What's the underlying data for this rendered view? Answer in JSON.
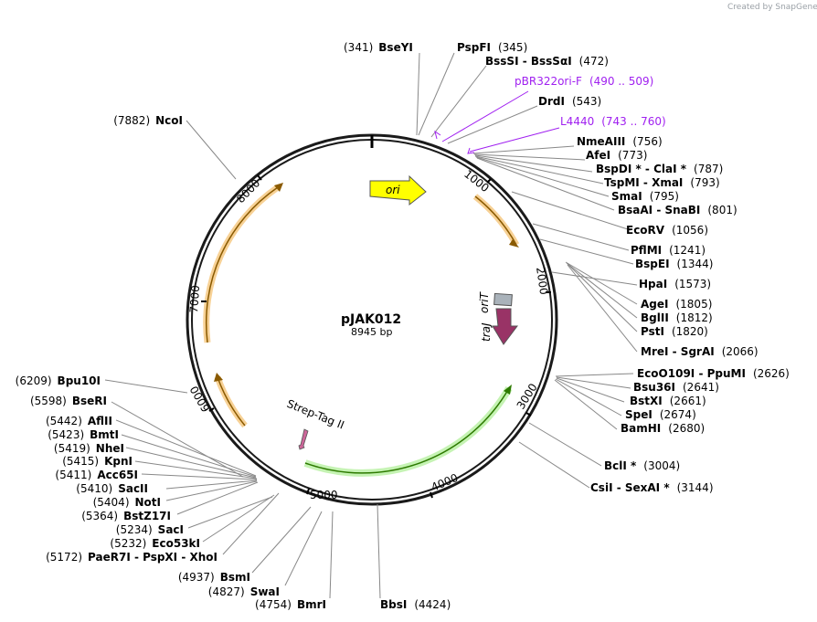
{
  "credit": "Created by SnapGene",
  "map": {
    "name": "pJAK012",
    "length_label": "8945 bp",
    "total_bp": 8945
  },
  "ticks": [
    "1000",
    "2000",
    "3000",
    "4000",
    "5000",
    "6000",
    "7000",
    "8000"
  ],
  "features": [
    {
      "name": "ori",
      "color": "#ffff00",
      "kind": "arrow"
    },
    {
      "name": "oriT",
      "color": "#a9b2ba",
      "kind": "box"
    },
    {
      "name": "traJ",
      "color": "#993366",
      "kind": "arrow"
    },
    {
      "name": "Strep-Tag II",
      "color": "#cc6699",
      "kind": "small-arrow"
    }
  ],
  "sites": [
    {
      "enzyme": "BseYI",
      "pos": "(341)",
      "side": "left",
      "type": "enzyme"
    },
    {
      "enzyme": "PspFI",
      "pos": "(345)",
      "side": "right",
      "type": "enzyme"
    },
    {
      "enzyme": "BssSI - BssSαI",
      "pos": "(472)",
      "side": "right",
      "type": "enzyme"
    },
    {
      "enzyme": "pBR322ori-F",
      "pos": "(490 .. 509)",
      "side": "right",
      "type": "primer"
    },
    {
      "enzyme": "DrdI",
      "pos": "(543)",
      "side": "right",
      "type": "enzyme"
    },
    {
      "enzyme": "L4440",
      "pos": "(743 .. 760)",
      "side": "right",
      "type": "primer"
    },
    {
      "enzyme": "NmeAIII",
      "pos": "(756)",
      "side": "right",
      "type": "enzyme"
    },
    {
      "enzyme": "AfeI",
      "pos": "(773)",
      "side": "right",
      "type": "enzyme"
    },
    {
      "enzyme": "BspDI * - ClaI *",
      "pos": "(787)",
      "side": "right",
      "type": "enzyme"
    },
    {
      "enzyme": "TspMI - XmaI",
      "pos": "(793)",
      "side": "right",
      "type": "enzyme"
    },
    {
      "enzyme": "SmaI",
      "pos": "(795)",
      "side": "right",
      "type": "enzyme"
    },
    {
      "enzyme": "BsaAI - SnaBI",
      "pos": "(801)",
      "side": "right",
      "type": "enzyme"
    },
    {
      "enzyme": "EcoRV",
      "pos": "(1056)",
      "side": "right",
      "type": "enzyme"
    },
    {
      "enzyme": "PflMI",
      "pos": "(1241)",
      "side": "right",
      "type": "enzyme"
    },
    {
      "enzyme": "BspEI",
      "pos": "(1344)",
      "side": "right",
      "type": "enzyme"
    },
    {
      "enzyme": "HpaI",
      "pos": "(1573)",
      "side": "right",
      "type": "enzyme"
    },
    {
      "enzyme": "AgeI",
      "pos": "(1805)",
      "side": "right",
      "type": "enzyme"
    },
    {
      "enzyme": "BglII",
      "pos": "(1812)",
      "side": "right",
      "type": "enzyme"
    },
    {
      "enzyme": "PstI",
      "pos": "(1820)",
      "side": "right",
      "type": "enzyme"
    },
    {
      "enzyme": "MreI - SgrAI",
      "pos": "(2066)",
      "side": "right",
      "type": "enzyme"
    },
    {
      "enzyme": "EcoO109I - PpuMI",
      "pos": "(2626)",
      "side": "right",
      "type": "enzyme"
    },
    {
      "enzyme": "Bsu36I",
      "pos": "(2641)",
      "side": "right",
      "type": "enzyme"
    },
    {
      "enzyme": "BstXI",
      "pos": "(2661)",
      "side": "right",
      "type": "enzyme"
    },
    {
      "enzyme": "SpeI",
      "pos": "(2674)",
      "side": "right",
      "type": "enzyme"
    },
    {
      "enzyme": "BamHI",
      "pos": "(2680)",
      "side": "right",
      "type": "enzyme"
    },
    {
      "enzyme": "BclI *",
      "pos": "(3004)",
      "side": "right",
      "type": "enzyme"
    },
    {
      "enzyme": "CsiI - SexAI *",
      "pos": "(3144)",
      "side": "right",
      "type": "enzyme"
    },
    {
      "enzyme": "BbsI",
      "pos": "(4424)",
      "side": "right",
      "type": "enzyme"
    },
    {
      "enzyme": "BmrI",
      "pos": "(4754)",
      "side": "left",
      "type": "enzyme"
    },
    {
      "enzyme": "SwaI",
      "pos": "(4827)",
      "side": "left",
      "type": "enzyme"
    },
    {
      "enzyme": "BsmI",
      "pos": "(4937)",
      "side": "left",
      "type": "enzyme"
    },
    {
      "enzyme": "PaeR7I - PspXI - XhoI",
      "pos": "(5172)",
      "side": "left",
      "type": "enzyme"
    },
    {
      "enzyme": "Eco53kI",
      "pos": "(5232)",
      "side": "left",
      "type": "enzyme"
    },
    {
      "enzyme": "SacI",
      "pos": "(5234)",
      "side": "left",
      "type": "enzyme"
    },
    {
      "enzyme": "BstZ17I",
      "pos": "(5364)",
      "side": "left",
      "type": "enzyme"
    },
    {
      "enzyme": "NotI",
      "pos": "(5404)",
      "side": "left",
      "type": "enzyme"
    },
    {
      "enzyme": "SacII",
      "pos": "(5410)",
      "side": "left",
      "type": "enzyme"
    },
    {
      "enzyme": "Acc65I",
      "pos": "(5411)",
      "side": "left",
      "type": "enzyme"
    },
    {
      "enzyme": "KpnI",
      "pos": "(5415)",
      "side": "left",
      "type": "enzyme"
    },
    {
      "enzyme": "NheI",
      "pos": "(5419)",
      "side": "left",
      "type": "enzyme"
    },
    {
      "enzyme": "BmtI",
      "pos": "(5423)",
      "side": "left",
      "type": "enzyme"
    },
    {
      "enzyme": "AflII",
      "pos": "(5442)",
      "side": "left",
      "type": "enzyme"
    },
    {
      "enzyme": "BseRI",
      "pos": "(5598)",
      "side": "left",
      "type": "enzyme"
    },
    {
      "enzyme": "Bpu10I",
      "pos": "(6209)",
      "side": "left",
      "type": "enzyme"
    },
    {
      "enzyme": "NcoI",
      "pos": "(7882)",
      "side": "left",
      "type": "enzyme"
    }
  ],
  "colors": {
    "backbone": "#1a1a1a",
    "primer": "#a020f0",
    "orange_arc": "#f0a030",
    "green_arc": "#33cc00",
    "line": "#888888"
  }
}
